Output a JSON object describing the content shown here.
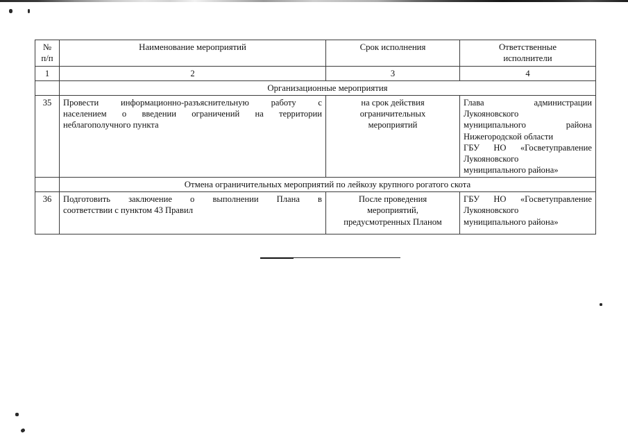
{
  "document": {
    "type": "scanned-table-page",
    "language": "ru",
    "table": {
      "headers": [
        "№\nп/п",
        "Наименование мероприятий",
        "Срок исполнения",
        "Ответственные исполнители"
      ],
      "header_lines": {
        "col1_line1": "№",
        "col1_line2": "п/п",
        "col2": "Наименование мероприятий",
        "col3": "Срок исполнения",
        "col4_line1": "Ответственные",
        "col4_line2": "исполнители"
      },
      "column_numbers": [
        "1",
        "2",
        "3",
        "4"
      ],
      "sections": [
        {
          "title": "Организационные мероприятия",
          "rows": [
            {
              "number": "35",
              "measure": "Провести информационно-разъяснительную работу с населением о введении ограничений на территории неблагополучного пункта",
              "measure_lines": [
                "Провести информационно-разъяснительную работу с",
                "населением о введении ограничений на территории",
                "неблагополучного пункта"
              ],
              "deadline_lines": [
                "на срок действия",
                "ограничительных",
                "мероприятий"
              ],
              "responsible_lines": [
                "Глава администрации",
                "Лукояновского",
                "муниципального района",
                "Нижегородской области",
                "ГБУ НО «Госветуправление",
                "Лукояновского",
                "муниципального района»"
              ]
            }
          ]
        },
        {
          "title": "Отмена ограничительных мероприятий по лейкозу крупного рогатого скота",
          "rows": [
            {
              "number": "36",
              "measure": "Подготовить заключение о выполнении Плана в соответствии с пунктом 43 Правил",
              "measure_lines": [
                "Подготовить заключение о выполнении Плана в",
                "соответствии с пунктом 43 Правил"
              ],
              "deadline_lines": [
                "После проведения",
                "мероприятий,",
                "предусмотренных Планом"
              ],
              "responsible_lines": [
                "ГБУ НО «Госветуправление",
                "Лукояновского",
                "муниципального района»"
              ]
            }
          ]
        }
      ]
    },
    "artifacts": {
      "horizontal_rule": "separator-line",
      "scan_edge": "top-dark-strip",
      "specks": [
        "speck-top-left-1",
        "speck-top-left-2",
        "speck-bottom-left-1",
        "speck-bottom-left-2",
        "speck-right"
      ]
    }
  }
}
